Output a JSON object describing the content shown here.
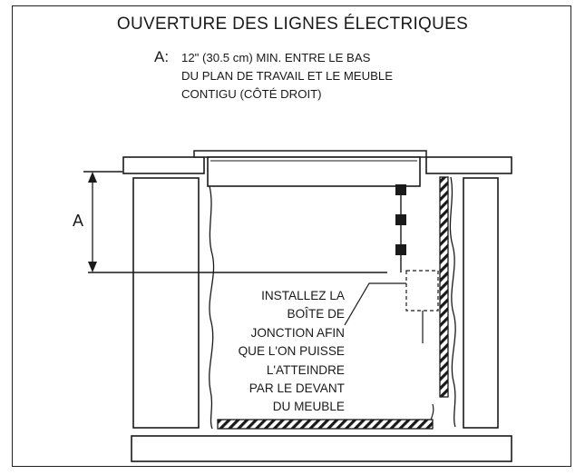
{
  "diagram": {
    "title": "OUVERTURE DES LIGNES ÉLECTRIQUES",
    "note": {
      "letter": "A:",
      "lines": [
        "12\" (30.5 cm) MIN. ENTRE LE BAS",
        "DU PLAN DE TRAVAIL ET LE MEUBLE",
        "CONTIGU (CÔTÉ DROIT)"
      ]
    },
    "dimension_label": "A",
    "callout": [
      "INSTALLEZ LA",
      "BOÎTE DE",
      "JONCTION AFIN",
      "QUE L'ON PUISSE",
      "L'ATTEINDRE",
      "PAR LE DEVANT",
      "DU MEUBLE"
    ]
  }
}
